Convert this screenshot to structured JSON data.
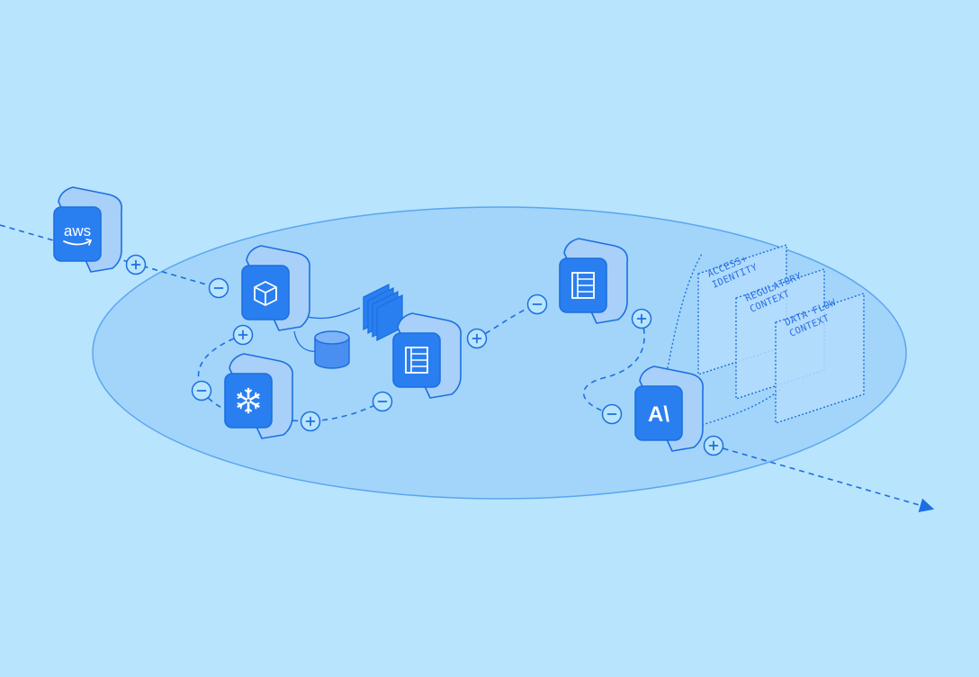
{
  "logos": {
    "aws": "aws",
    "anthropic": "A\\"
  },
  "context_cards": [
    {
      "id": "access",
      "lines": [
        "ACCESS+",
        "IDENTITY"
      ]
    },
    {
      "id": "regulatory",
      "lines": [
        "REGULATORY",
        "CONTEXT"
      ]
    },
    {
      "id": "dataflow",
      "lines": [
        "DATA FLOW",
        "CONTEXT"
      ]
    }
  ],
  "connector_symbols": {
    "plus": "+",
    "minus": "−"
  },
  "icons": [
    "aws-logo-icon",
    "package-icon",
    "snowflake-icon",
    "table-icon",
    "table-icon",
    "anthropic-logo-icon",
    "database-icon",
    "file-stack-icon"
  ],
  "colors": {
    "background": "#b8e4fd",
    "ellipse_fill": "#9fd2f9",
    "cube_front": "#2a7ff0",
    "cube_top": "#a8d0f8",
    "stroke": "#1d6fe0"
  }
}
